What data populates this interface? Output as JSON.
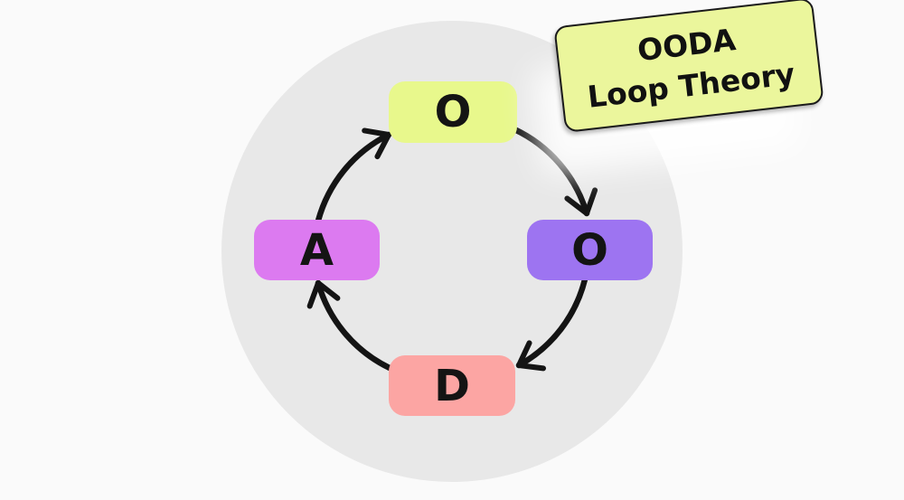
{
  "page": {
    "background": "#fafafa",
    "circle_color": "#e8e8e8"
  },
  "title_card": {
    "line1": "OODA",
    "line2": "Loop Theory",
    "background": "#ebf69c",
    "border_color": "#1a1a1a",
    "text_color": "#111111"
  },
  "diagram": {
    "arrow_color": "#141414",
    "node_text_color": "#141414",
    "nodes": [
      {
        "id": "observe",
        "position": "top",
        "label": "O",
        "color": "#e8f88c"
      },
      {
        "id": "orient",
        "position": "right",
        "label": "O",
        "color": "#9d74f1"
      },
      {
        "id": "decide",
        "position": "bottom",
        "label": "D",
        "color": "#fca5a3"
      },
      {
        "id": "act",
        "position": "left",
        "label": "A",
        "color": "#dc7af0"
      }
    ],
    "edges": [
      {
        "from": "act",
        "to": "observe"
      },
      {
        "from": "observe",
        "to": "orient"
      },
      {
        "from": "orient",
        "to": "decide"
      },
      {
        "from": "decide",
        "to": "act"
      }
    ]
  }
}
